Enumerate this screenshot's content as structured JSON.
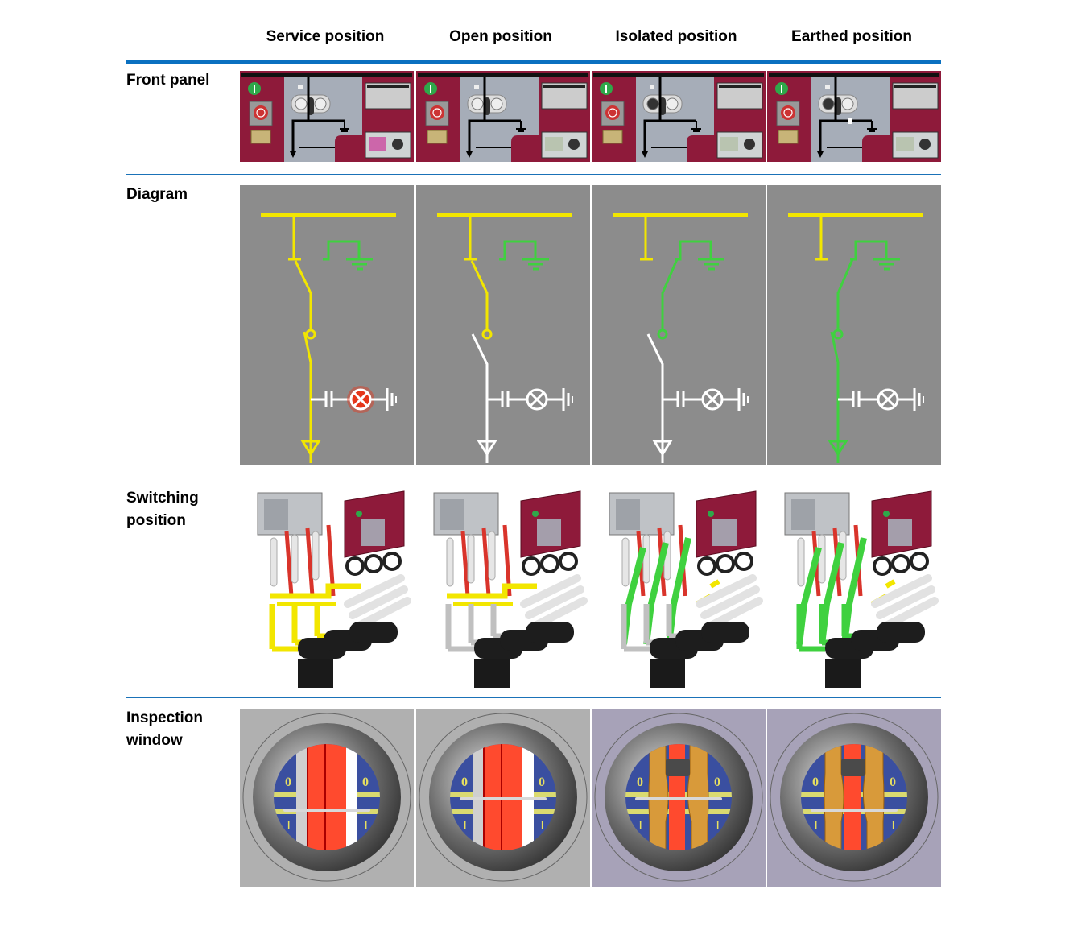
{
  "columns": [
    {
      "key": "service",
      "label": "Service position"
    },
    {
      "key": "open",
      "label": "Open position"
    },
    {
      "key": "isolated",
      "label": "Isolated position"
    },
    {
      "key": "earthed",
      "label": "Earthed position"
    }
  ],
  "rows": {
    "front_panel": {
      "label": "Front panel"
    },
    "diagram": {
      "label": "Diagram"
    },
    "switching": {
      "label_line1": "Switching",
      "label_line2": "position"
    },
    "inspection": {
      "label_line1": "Inspection",
      "label_line2": "window"
    }
  },
  "states": {
    "service": {
      "busbar": "live",
      "breaker": "closed",
      "disconnector": "service",
      "earth": "open",
      "indicator_lit": true
    },
    "open": {
      "busbar": "live",
      "breaker": "open",
      "disconnector": "service",
      "earth": "open",
      "indicator_lit": false
    },
    "isolated": {
      "busbar": "live",
      "breaker": "open",
      "disconnector": "earth-ready",
      "earth": "open",
      "indicator_lit": false
    },
    "earthed": {
      "busbar": "live",
      "breaker": "closed",
      "disconnector": "earth-ready",
      "earth": "closed",
      "indicator_lit": false
    }
  },
  "inspection_marks": {
    "open_mark": "0",
    "closed_mark": "I"
  },
  "colors": {
    "accent_rule": "#0a70c0",
    "diagram_bg": "#8c8c8c",
    "live": "#f2e600",
    "earthed": "#3fd13f",
    "dead": "#ffffff",
    "panel_red": "#8e1a3a",
    "panel_grey": "#a6adb8",
    "indicator_red": "#e5361a"
  }
}
